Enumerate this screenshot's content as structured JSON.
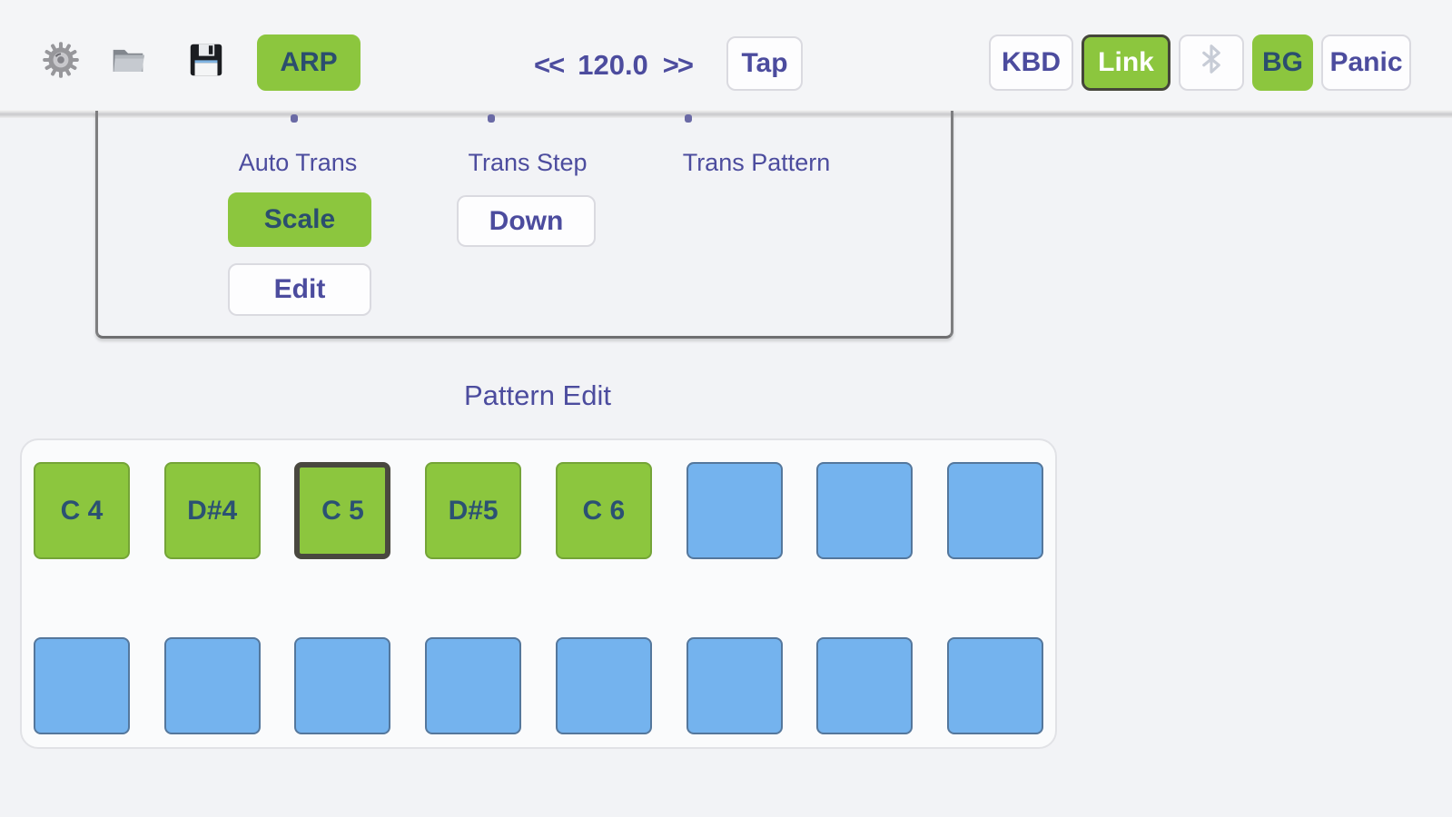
{
  "colors": {
    "accent_green": "#8cc63e",
    "step_blue": "#74b3ee",
    "label_purple": "#4c4c9e",
    "text_navy": "#2b4e6e",
    "selected_border": "#49483f"
  },
  "toolbar": {
    "icons": [
      "settings-gear",
      "folder-open",
      "save-floppy"
    ],
    "arp_label": "ARP",
    "tempo": {
      "decrease": "<<",
      "value": "120.0",
      "increase": ">>"
    },
    "tap_label": "Tap",
    "kbd_label": "KBD",
    "link_label": "Link",
    "bluetooth_icon": "bluetooth",
    "bg_label": "BG",
    "panic_label": "Panic"
  },
  "panel": {
    "columns": [
      {
        "label": "Auto Trans",
        "buttons": [
          {
            "label": "Scale",
            "active": true
          },
          {
            "label": "Edit",
            "active": false
          }
        ]
      },
      {
        "label": "Trans Step",
        "buttons": [
          {
            "label": "Down",
            "active": false
          }
        ]
      },
      {
        "label": "Trans Pattern",
        "buttons": []
      }
    ]
  },
  "pattern_edit": {
    "title": "Pattern Edit",
    "steps": [
      {
        "label": "C 4",
        "state": "note"
      },
      {
        "label": "D#4",
        "state": "note"
      },
      {
        "label": "C 5",
        "state": "note-selected"
      },
      {
        "label": "D#5",
        "state": "note"
      },
      {
        "label": "C 6",
        "state": "note"
      },
      {
        "label": "",
        "state": "empty"
      },
      {
        "label": "",
        "state": "empty"
      },
      {
        "label": "",
        "state": "empty"
      },
      {
        "label": "",
        "state": "empty"
      },
      {
        "label": "",
        "state": "empty"
      },
      {
        "label": "",
        "state": "empty"
      },
      {
        "label": "",
        "state": "empty"
      },
      {
        "label": "",
        "state": "empty"
      },
      {
        "label": "",
        "state": "empty"
      },
      {
        "label": "",
        "state": "empty"
      },
      {
        "label": "",
        "state": "empty"
      }
    ]
  }
}
